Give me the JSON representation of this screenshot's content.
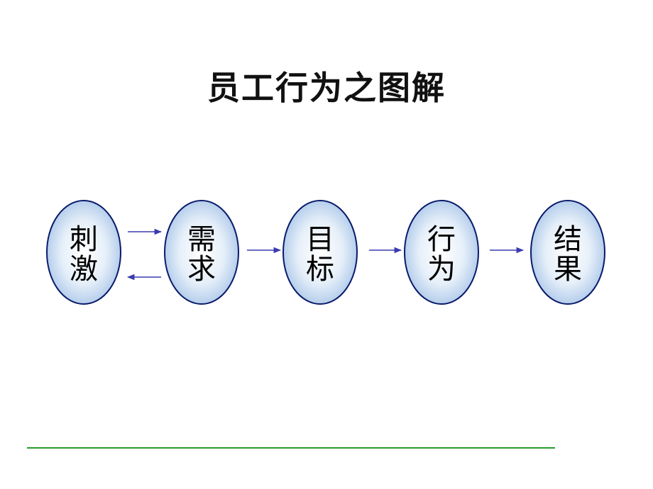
{
  "title": "员工行为之图解",
  "nodes": [
    {
      "id": "stimulus",
      "line1": "刺",
      "line2": "激"
    },
    {
      "id": "need",
      "line1": "需",
      "line2": "求"
    },
    {
      "id": "goal",
      "line1": "目",
      "line2": "标"
    },
    {
      "id": "behavior",
      "line1": "行",
      "line2": "为"
    },
    {
      "id": "result",
      "line1": "结",
      "line2": "果"
    }
  ],
  "colors": {
    "ellipse_fill_center": "#ffffff",
    "ellipse_fill_edge": "#a9c6e8",
    "ellipse_stroke": "#0a1a6b",
    "arrow": "#3a3ab0",
    "footer_line": "#2a9a2a"
  }
}
